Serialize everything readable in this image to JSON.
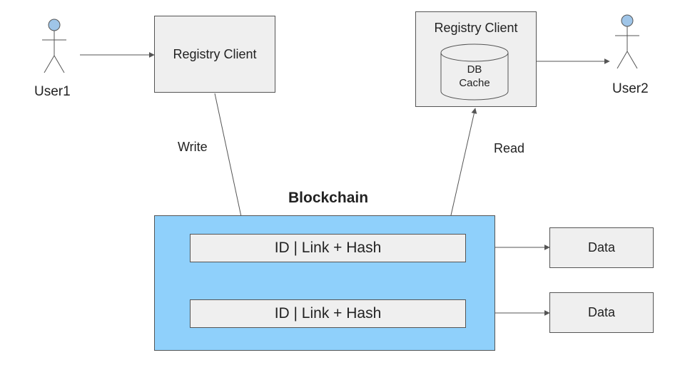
{
  "actors": {
    "user1": "User1",
    "user2": "User2"
  },
  "clients": {
    "left": "Registry Client",
    "right": "Registry Client",
    "cache": "DB\nCache"
  },
  "edges": {
    "write": "Write",
    "read": "Read"
  },
  "blockchain": {
    "title": "Blockchain",
    "row1": "ID | Link + Hash",
    "row2": "ID | Link + Hash"
  },
  "data": {
    "top": "Data",
    "bottom": "Data"
  },
  "colors": {
    "chain_fill": "#8fd0fb",
    "actor_head": "#9fc5e8",
    "box_fill": "#efefef"
  }
}
